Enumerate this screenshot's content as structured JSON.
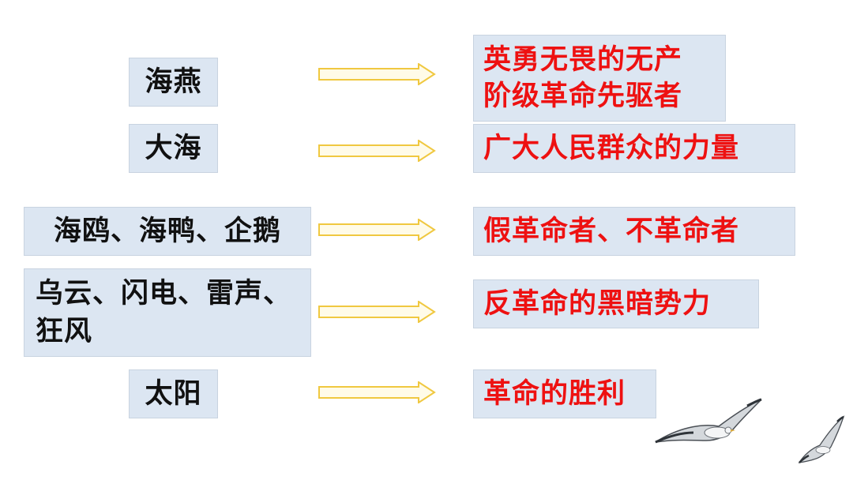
{
  "rows": [
    {
      "symbol": "海燕",
      "meaning": "英勇无畏的无产\n阶级革命先驱者"
    },
    {
      "symbol": "大海",
      "meaning": "广大人民群众的力量"
    },
    {
      "symbol": "海鸥、海鸭、企鹅",
      "meaning": "假革命者、不革命者"
    },
    {
      "symbol": "乌云、闪电、雷声、\n狂风",
      "meaning": "反革命的黑暗势力"
    },
    {
      "symbol": "太阳",
      "meaning": "革命的胜利"
    }
  ],
  "colors": {
    "box_fill": "#dce6f2",
    "meaning_text": "#ee1111",
    "symbol_text": "#111111",
    "arrow_stroke": "#f0c840",
    "arrow_fill": "#fffbe8"
  },
  "icons": [
    "arrow-right-icon",
    "seagull-icon"
  ]
}
